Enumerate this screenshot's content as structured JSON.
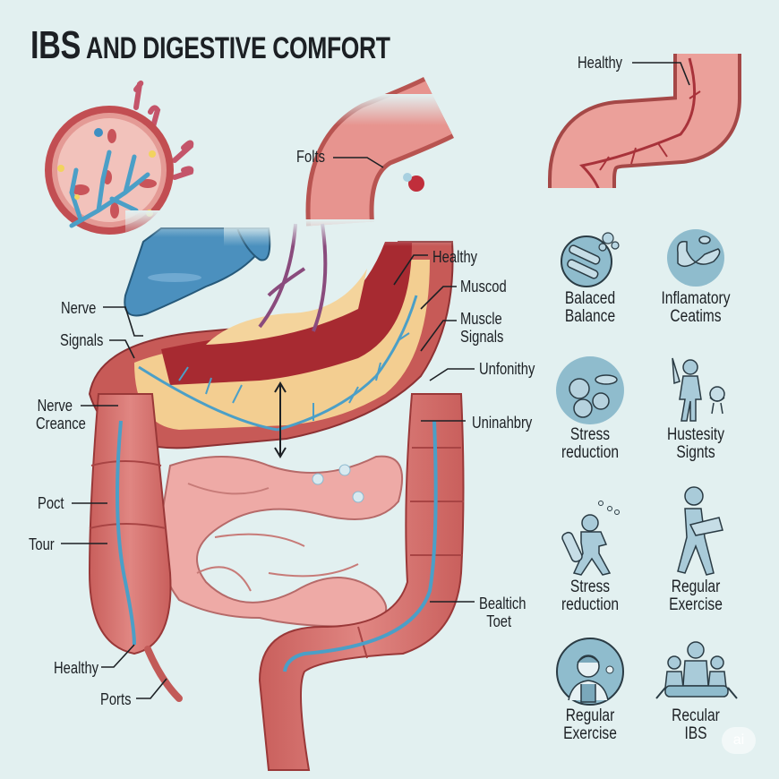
{
  "title": {
    "part1": "IBS",
    "part2": " AND DIGESTIVE COMFORT"
  },
  "colors": {
    "background": "#e2f0f0",
    "colon": "#d9736f",
    "colon_dark": "#a8403f",
    "small_intestine": "#eeaaa6",
    "nerve_blue": "#4f9cc7",
    "fat_yellow": "#f3d08c",
    "stomach_blue": "#4a90bd",
    "icon_blue": "#8fbccd",
    "text": "#1c2024"
  },
  "diagram_labels": {
    "folts": "Folts",
    "healthy_top_right": "Healthy",
    "healthy_center": "Healthy",
    "muscod": "Muscod",
    "muscle_signals": [
      "Muscle",
      "Signals"
    ],
    "unfonithy": "Unfonithy",
    "uninahbry": "Uninahbry",
    "bealtich_toet": [
      "Bealtich",
      "Toet"
    ],
    "nerve": "Nerve",
    "signals": "Signals",
    "nerve_creance": [
      "Nerve",
      "Creance"
    ],
    "poct": "Poct",
    "tour": "Tour",
    "healthy_bottom_left": "Healthy",
    "ports": "Ports"
  },
  "icon_grid": [
    {
      "icon": "pills-bacteria-icon",
      "caption": [
        "Balaced",
        "Balance"
      ]
    },
    {
      "icon": "inflamed-organ-icon",
      "caption": [
        "Inflamatory",
        "Ceatims"
      ]
    },
    {
      "icon": "microbes-icon",
      "caption": [
        "Stress",
        "reduction"
      ]
    },
    {
      "icon": "person-holding-bottle-icon",
      "caption": [
        "Hustesity",
        "Signts"
      ]
    },
    {
      "icon": "stressed-person-icon",
      "caption": [
        "Stress",
        "reduction"
      ]
    },
    {
      "icon": "walking-person-icon",
      "caption": [
        "Regular",
        "Exercise"
      ]
    },
    {
      "icon": "person-portrait-icon",
      "caption": [
        "Regular",
        "Exercise"
      ]
    },
    {
      "icon": "group-people-icon",
      "caption": [
        "Recular",
        "IBS"
      ]
    }
  ],
  "watermark": "ai"
}
